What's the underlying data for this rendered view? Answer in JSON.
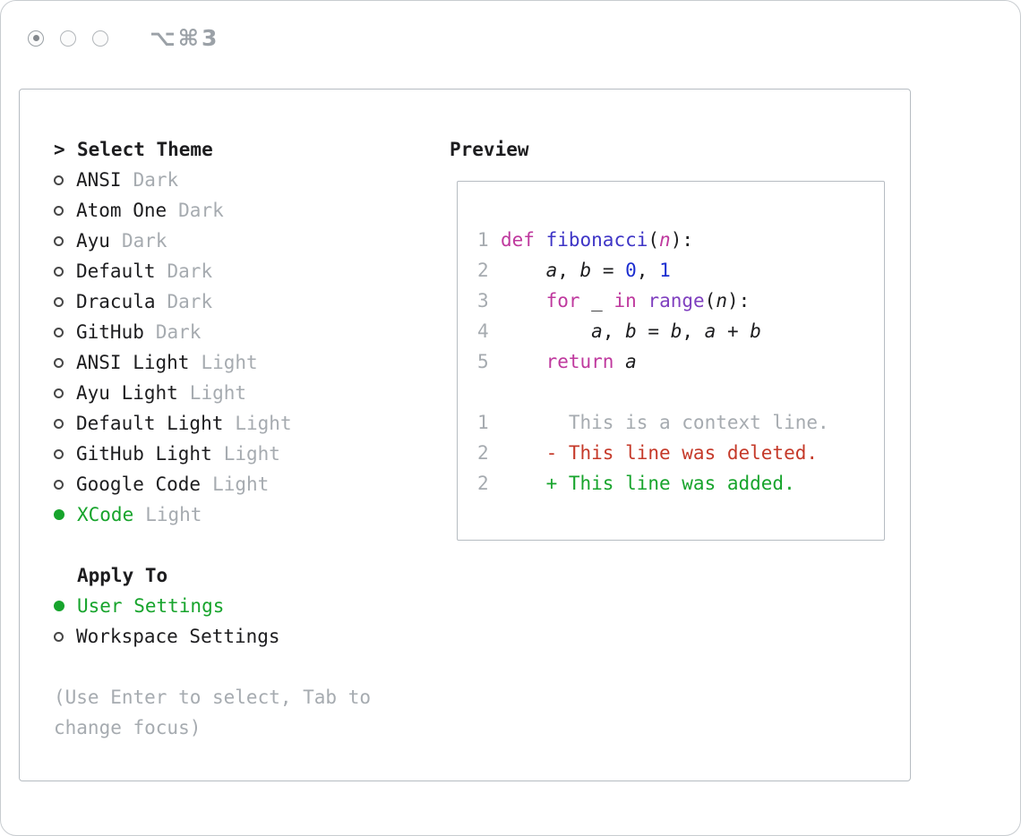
{
  "window": {
    "shortcut": "⌥⌘3"
  },
  "theme_panel": {
    "prompt": ">",
    "title": "Select Theme",
    "options": [
      {
        "label": "ANSI",
        "badge": "Dark",
        "selected": false
      },
      {
        "label": "Atom One",
        "badge": "Dark",
        "selected": false
      },
      {
        "label": "Ayu",
        "badge": "Dark",
        "selected": false
      },
      {
        "label": "Default",
        "badge": "Dark",
        "selected": false
      },
      {
        "label": "Dracula",
        "badge": "Dark",
        "selected": false
      },
      {
        "label": "GitHub",
        "badge": "Dark",
        "selected": false
      },
      {
        "label": "ANSI Light",
        "badge": "Light",
        "selected": false
      },
      {
        "label": "Ayu Light",
        "badge": "Light",
        "selected": false
      },
      {
        "label": "Default Light",
        "badge": "Light",
        "selected": false
      },
      {
        "label": "GitHub Light",
        "badge": "Light",
        "selected": false
      },
      {
        "label": "Google Code",
        "badge": "Light",
        "selected": false
      },
      {
        "label": "XCode",
        "badge": "Light",
        "selected": true
      }
    ]
  },
  "apply_panel": {
    "title": "Apply To",
    "options": [
      {
        "label": "User Settings",
        "selected": true
      },
      {
        "label": "Workspace Settings",
        "selected": false
      }
    ]
  },
  "hint": "(Use Enter to select, Tab to change focus)",
  "preview": {
    "title": "Preview",
    "code_lines": [
      {
        "num": "1",
        "tokens": [
          {
            "t": "def",
            "c": "keyword"
          },
          {
            "t": " "
          },
          {
            "t": "fibonacci",
            "c": "function"
          },
          {
            "t": "("
          },
          {
            "t": "n",
            "c": "param",
            "i": true
          },
          {
            "t": "):"
          }
        ]
      },
      {
        "num": "2",
        "tokens": [
          {
            "t": "    "
          },
          {
            "t": "a",
            "i": true
          },
          {
            "t": ", "
          },
          {
            "t": "b",
            "i": true
          },
          {
            "t": " = "
          },
          {
            "t": "0",
            "c": "number"
          },
          {
            "t": ", "
          },
          {
            "t": "1",
            "c": "number"
          }
        ]
      },
      {
        "num": "3",
        "tokens": [
          {
            "t": "    "
          },
          {
            "t": "for",
            "c": "keyword"
          },
          {
            "t": " "
          },
          {
            "t": "_",
            "i": true
          },
          {
            "t": " "
          },
          {
            "t": "in",
            "c": "keyword"
          },
          {
            "t": " "
          },
          {
            "t": "range",
            "c": "builtin"
          },
          {
            "t": "("
          },
          {
            "t": "n",
            "i": true
          },
          {
            "t": "):"
          }
        ]
      },
      {
        "num": "4",
        "tokens": [
          {
            "t": "        "
          },
          {
            "t": "a",
            "i": true
          },
          {
            "t": ", "
          },
          {
            "t": "b",
            "i": true
          },
          {
            "t": " = "
          },
          {
            "t": "b",
            "i": true
          },
          {
            "t": ", "
          },
          {
            "t": "a",
            "i": true
          },
          {
            "t": " + "
          },
          {
            "t": "b",
            "i": true
          }
        ]
      },
      {
        "num": "5",
        "tokens": [
          {
            "t": "    "
          },
          {
            "t": "return",
            "c": "keyword"
          },
          {
            "t": " "
          },
          {
            "t": "a",
            "i": true
          }
        ]
      }
    ],
    "diff_lines": [
      {
        "num": "1",
        "content": "      This is a context line.",
        "type": "context"
      },
      {
        "num": "2",
        "content": "    - This line was deleted.",
        "type": "deleted"
      },
      {
        "num": "2",
        "content": "    + This line was added.",
        "type": "added"
      }
    ]
  },
  "colors": {
    "keyword": "#bf399e",
    "function": "#3e35c6",
    "number": "#1c2ed0",
    "builtin": "#7f3fbf",
    "param": "#bf399e",
    "green": "#17a42c",
    "red": "#c53929",
    "muted": "#a6abb0",
    "text": "#1d1d1f"
  }
}
